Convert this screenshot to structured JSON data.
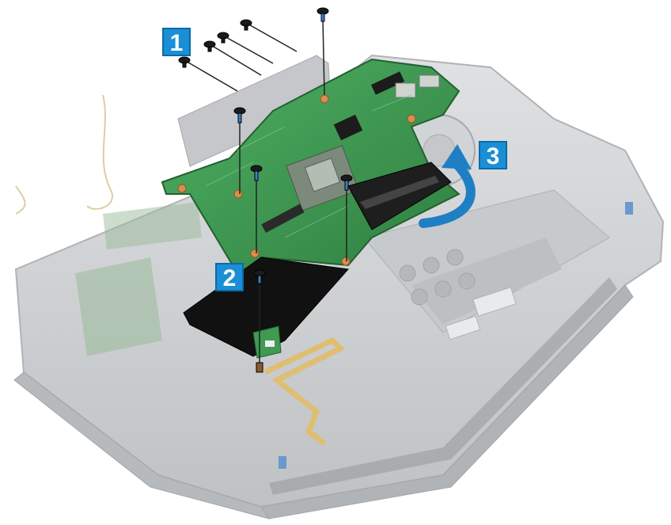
{
  "steps": [
    {
      "label": "1"
    },
    {
      "label": "2"
    },
    {
      "label": "3"
    }
  ],
  "colors": {
    "badge_blue": "#1a8fd6",
    "chassis_gray": "#c9cbcd",
    "board_green": "#3f9a52",
    "battery_black": "#111111",
    "arrow_blue": "#1f7fc4",
    "screw_black": "#1b1b1b"
  },
  "icons": [
    "screw-icon",
    "rotate-lift-arrow-icon"
  ]
}
